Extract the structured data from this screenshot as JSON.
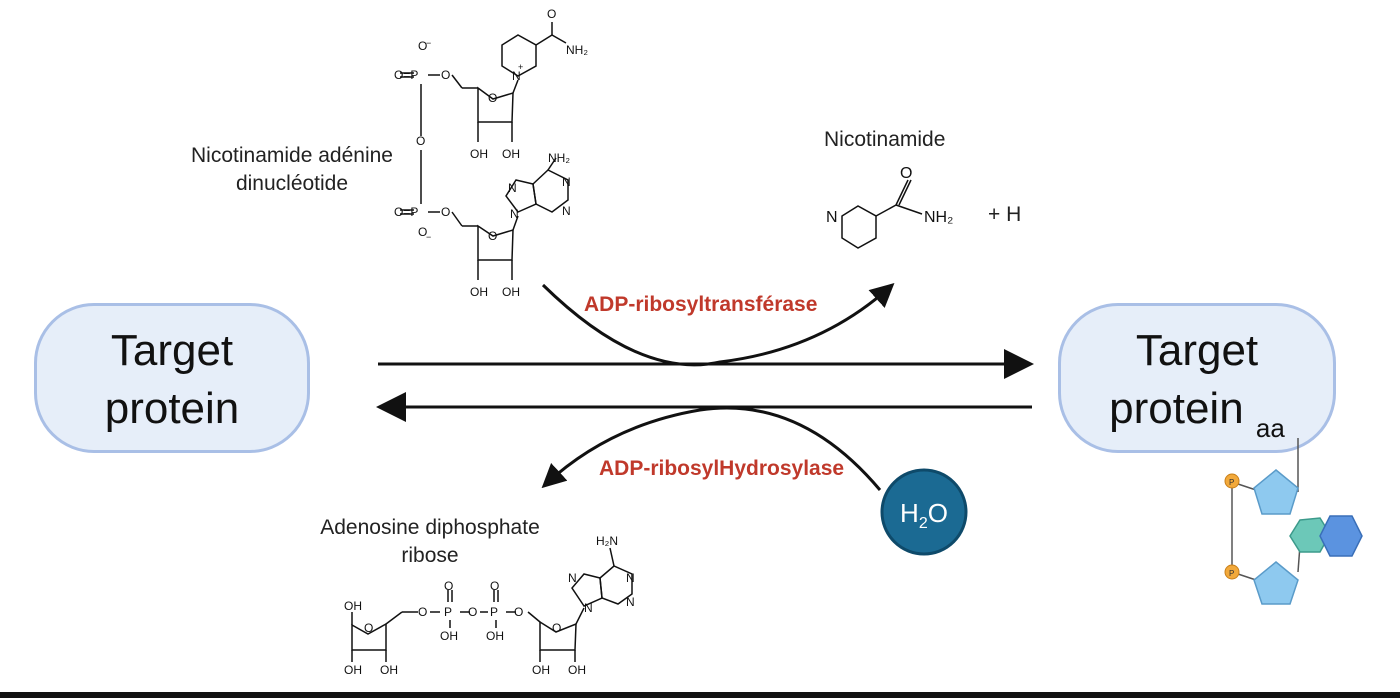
{
  "left_box": {
    "line1": "Target",
    "line2": "protein"
  },
  "right_box": {
    "line1": "Target",
    "line2": "protein",
    "subscript": "aa"
  },
  "enzymes": {
    "forward": "ADP-ribosyltransférase",
    "reverse": "ADP-ribosylHydrosylase"
  },
  "molecules": {
    "nad": {
      "line1": "Nicotinamide adénine",
      "line2": "dinucléotide"
    },
    "nicotinamide": {
      "label": "Nicotinamide",
      "plus": "+ H"
    },
    "adpr": {
      "line1": "Adenosine diphosphate",
      "line2": "ribose"
    }
  },
  "water": {
    "label": "H",
    "sub": "2",
    "label2": "O"
  },
  "atoms": {
    "o_minus": "O⁻",
    "o_eq_p": "O=P",
    "o": "O",
    "oh": "OH",
    "nh2": "NH₂",
    "h2n": "H₂N",
    "n": "N",
    "n_plus": "N⁺",
    "p": "P",
    "o_top": "O"
  },
  "colors": {
    "box_fill": "#e6eef9",
    "box_border": "#a9bfe6",
    "enzyme_text": "#c0392b",
    "water_fill": "#1b6a93",
    "phosphate": "#f2a93b",
    "pentagon": "#8ec9ef",
    "hexagon_teal": "#6cc8b8",
    "hexagon_blue": "#5b93e0"
  }
}
